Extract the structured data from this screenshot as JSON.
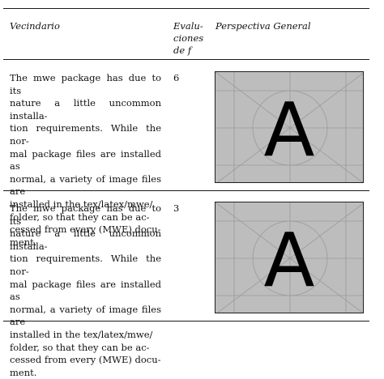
{
  "table": {
    "headers": {
      "col1": "Vecindario",
      "col2_line1": "Evalu-",
      "col2_line2": "ciones",
      "col2_line3": "de f",
      "col3": "Perspectiva General"
    },
    "rows": [
      {
        "text_lines": [
          "The mwe package has due to its",
          "nature a little uncommon installa-",
          "tion requirements. While the nor-",
          "mal package files are installed as",
          "normal, a variety of image files are",
          "installed in the tex/latex/mwe/",
          "folder, so that they can be ac-",
          "cessed from every (MWE) docu-",
          "ment."
        ],
        "evaluations": "6",
        "image_letter": "A"
      },
      {
        "text_lines": [
          "The mwe package has due to its",
          "nature a little uncommon installa-",
          "tion requirements. While the nor-",
          "mal package files are installed as",
          "normal, a variety of image files are",
          "installed in the tex/latex/mwe/",
          "folder, so that they can be ac-",
          "cessed from every (MWE) docu-",
          "ment."
        ],
        "evaluations": "3",
        "image_letter": "A"
      }
    ]
  }
}
